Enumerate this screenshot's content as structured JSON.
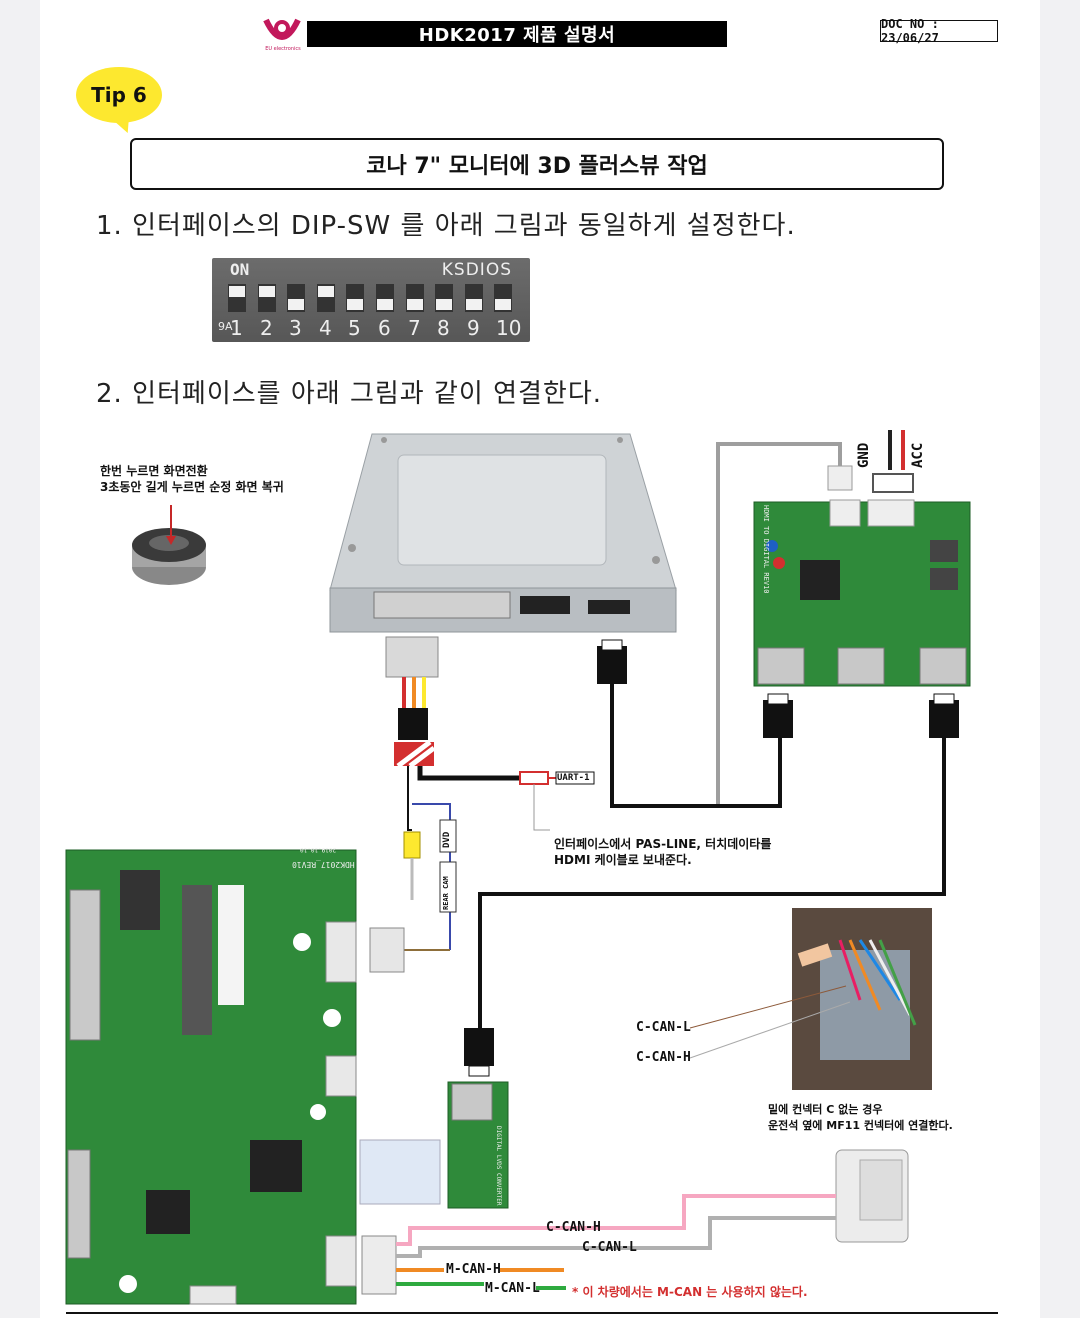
{
  "header": {
    "brand_small": "EU electronics",
    "title": "HDK2017 제품 설명서",
    "doc_no": "DOC NO : 23/06/27"
  },
  "tip": {
    "label": "Tip 6"
  },
  "section": {
    "title": "코나 7\" 모니터에 3D 플러스뷰 작업"
  },
  "steps": {
    "step1": "1. 인터페이스의 DIP-SW 를 아래 그림과 동일하게 설정한다.",
    "step2": "2. 인터페이스를 아래 그림과 같이 연결한다."
  },
  "dip": {
    "on_label": "ON",
    "model": "KSDIOS",
    "ga_label": "9A",
    "numbers": [
      "1",
      "2",
      "3",
      "4",
      "5",
      "6",
      "7",
      "8",
      "9",
      "10"
    ],
    "switch_on": [
      true,
      true,
      false,
      true,
      false,
      false,
      false,
      false,
      false,
      false
    ]
  },
  "notes": {
    "button_line1": "한번 누르면 화면전환",
    "button_line2": "3초동안 길게 누르면 순정 화면 복귀",
    "hdmi_line1": "인터페이스에서 PAS-LINE, 터치데이타를",
    "hdmi_line2": "HDMI 케이블로 보내준다.",
    "connector_line1": "밑에 컨넥터 C 없는 경우",
    "connector_line2": "운전석 옆에 MF11 컨넥터에 연결한다.",
    "warning": "* 이 차량에서는 M-CAN 는 사용하지 않는다."
  },
  "labels": {
    "gnd": "GND",
    "acc": "ACC",
    "uart": "UART-1",
    "dvd": "DVD",
    "rear_cam": "REAR CAM",
    "can_l_top": "C-CAN-L",
    "can_h_top": "C-CAN-H",
    "can_h_bottom": "C-CAN-H",
    "can_l_bottom": "C-CAN-L",
    "mcan_h": "M-CAN-H",
    "mcan_l": "M-CAN-L",
    "board_rev": "HDK2017_REV10",
    "board_date": "2019.10.10",
    "hdmi_board_rev": "HDMI TO DIGITAL REV10",
    "lvds_board": "DIGITAL LVDS CONVERTER"
  },
  "colors": {
    "pcb": "#2f8a3a",
    "yellow": "#fde82f",
    "pink": "#f6a7c1",
    "gray": "#b0b0b0",
    "orange": "#f08a24",
    "green": "#2eaa3f",
    "warning": "#d32f2f"
  }
}
